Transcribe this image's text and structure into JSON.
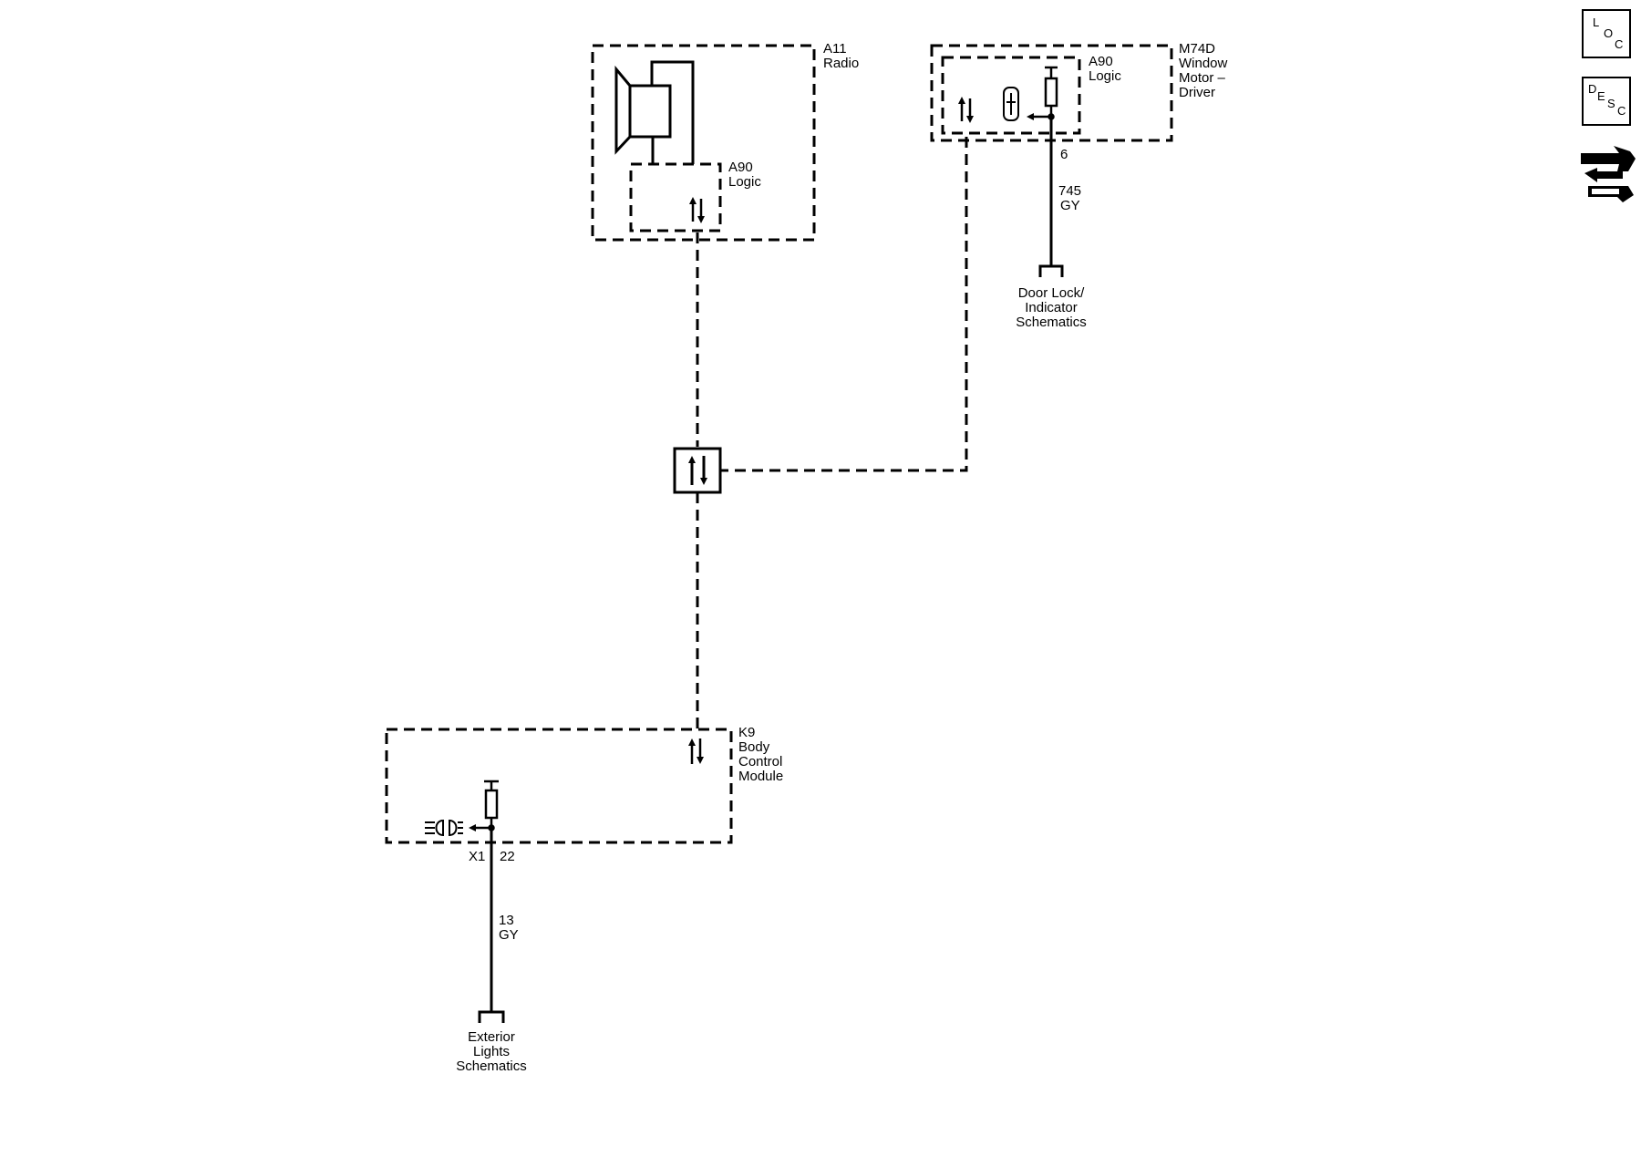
{
  "toolbar": {
    "loc": {
      "l": "L",
      "o": "O",
      "c": "C"
    },
    "desc": {
      "d": "D",
      "e": "E",
      "s": "S",
      "c": "C"
    },
    "tool_icon": "service-tools-icon"
  },
  "components": {
    "radio": {
      "ref": "A11",
      "name": "Radio"
    },
    "radio_logic": {
      "ref": "A90",
      "name": "Logic"
    },
    "window_motor": {
      "ref": "M74D",
      "name_lines": [
        "Window",
        "Motor –",
        "Driver"
      ]
    },
    "window_logic": {
      "ref": "A90",
      "name": "Logic"
    },
    "bcm": {
      "ref": "K9",
      "name_lines": [
        "Body",
        "Control",
        "Module"
      ]
    }
  },
  "wires": {
    "window_motor_circuit": {
      "pin": "6",
      "circuit": "745",
      "color": "GY"
    },
    "bcm_circuit": {
      "connector": "X1",
      "pin": "22",
      "circuit": "13",
      "color": "GY"
    }
  },
  "references": {
    "door_lock": [
      "Door Lock/",
      "Indicator",
      "Schematics"
    ],
    "exterior_lights": [
      "Exterior",
      "Lights",
      "Schematics"
    ]
  },
  "icons": [
    "speaker-icon",
    "serial-data-icon",
    "vehicle-door-icon",
    "fuse-icon",
    "headlamp-icon",
    "ground-icon"
  ]
}
